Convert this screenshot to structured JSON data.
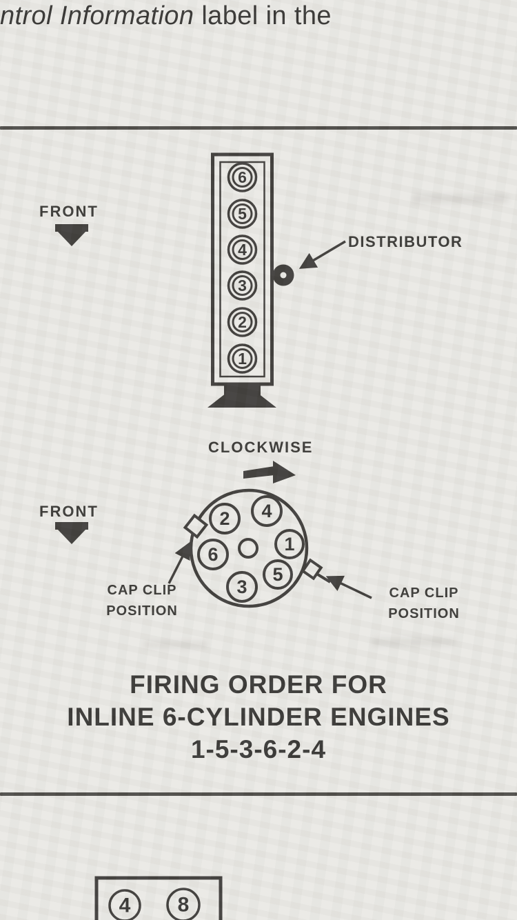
{
  "page": {
    "top_fragment_italic": "ntrol Information",
    "top_fragment_regular": " label in the"
  },
  "inline6_diagram": {
    "front_label_top": "FRONT",
    "front_label_bottom": "FRONT",
    "distributor_label": "DISTRIBUTOR",
    "clockwise_label": "CLOCKWISE",
    "cap_clip_left": {
      "line1": "CAP CLIP",
      "line2": "POSITION"
    },
    "cap_clip_right": {
      "line1": "CAP CLIP",
      "line2": "POSITION"
    },
    "engine_block_cylinders_top_to_bottom": [
      "6",
      "5",
      "4",
      "3",
      "2",
      "1"
    ],
    "distributor_cap_terminals": [
      "2",
      "4",
      "1",
      "6",
      "3",
      "5"
    ],
    "caption_line1": "FIRING ORDER FOR",
    "caption_line2": "INLINE 6-CYLINDER ENGINES",
    "caption_line3": "1-5-3-6-2-4"
  },
  "v8_diagram_partial": {
    "visible_cylinders": [
      "4",
      "8"
    ]
  },
  "colors": {
    "paper": "#e9e8e4",
    "ink": "#34322f",
    "text": "#2b2a28"
  }
}
